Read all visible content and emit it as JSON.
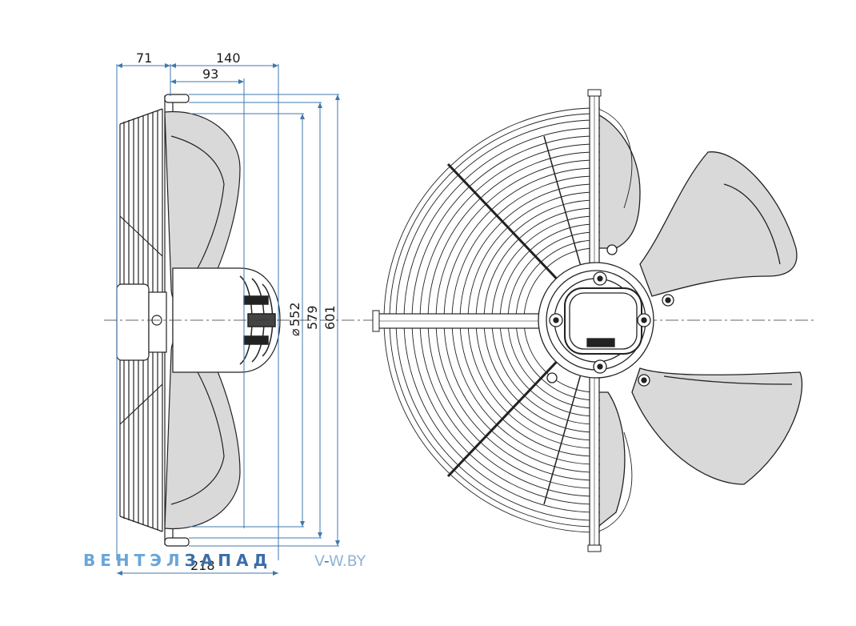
{
  "dimensions": {
    "d71": "71",
    "d140": "140",
    "d93": "93",
    "d218": "218",
    "d552": "552",
    "diameter_symbol": "⌀",
    "d579": "579",
    "d601": "601"
  },
  "watermark": {
    "brand_part1": "ВЕНТЭЛ",
    "brand_part2": "ЗАПАД",
    "site_part1": "V",
    "site_dash": "-",
    "site_part2": "W.BY"
  },
  "colors": {
    "dimension_line": "#3f78b0",
    "outline": "#222222",
    "blade_fill": "#d9d9d9",
    "brand_light": "#6aa6d8",
    "brand_dark": "#3a6ea8"
  }
}
